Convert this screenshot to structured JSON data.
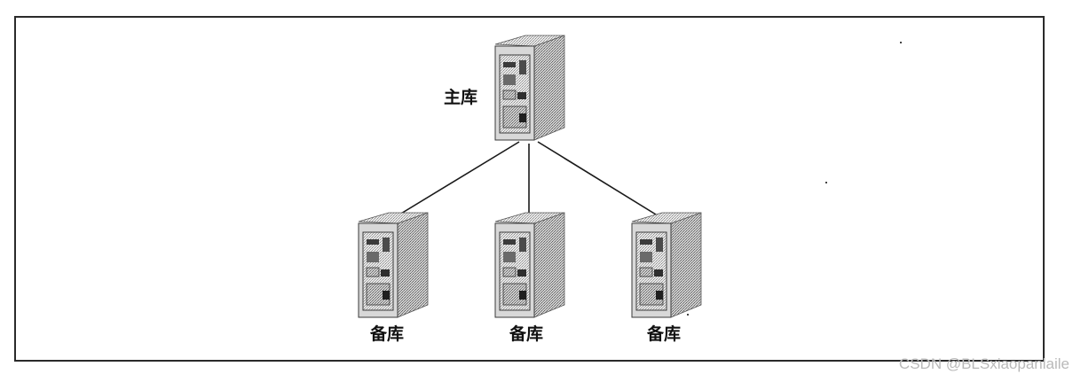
{
  "diagram": {
    "master_label": "主库",
    "slave_labels": [
      "备库",
      "备库",
      "备库"
    ],
    "master_icon": "server-tower-icon",
    "slave_icon": "server-tower-icon",
    "edges": [
      {
        "from": "主库",
        "to": "备库 (left)"
      },
      {
        "from": "主库",
        "to": "备库 (center)"
      },
      {
        "from": "主库",
        "to": "备库 (right)"
      }
    ]
  },
  "watermark": "CSDN @BLSxiaopanlaile",
  "colors": {
    "border": "#2a2a2a",
    "arrow": "#1a1a1a",
    "watermark": "#b9b9b9"
  }
}
